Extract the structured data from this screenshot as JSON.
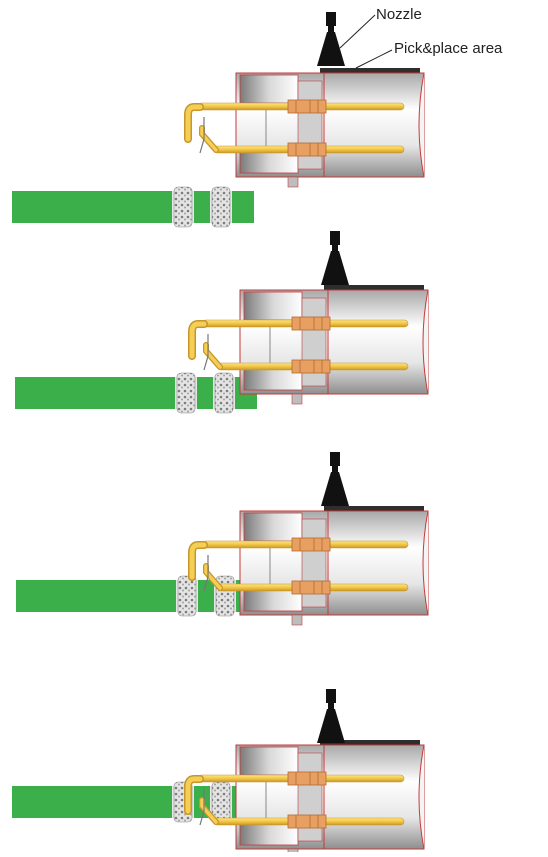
{
  "labels": {
    "nozzle": "Nozzle",
    "pick_place_area": "Pick&place area"
  },
  "steps": [
    {
      "stage": 1,
      "board_contact": false,
      "pins_inserted": false
    },
    {
      "stage": 2,
      "board_contact": true,
      "pins_inserted": false
    },
    {
      "stage": 3,
      "board_contact": true,
      "pins_inserted": "partial"
    },
    {
      "stage": 4,
      "board_contact": true,
      "pins_inserted": true
    }
  ],
  "colors": {
    "pcb": "#3aaf4a",
    "pin": "#f2c744",
    "pin_outline": "#c8962a",
    "ring": "#e8a062",
    "housing_outline": "#c23b3b",
    "nozzle": "#111111",
    "solder": "#9c9c9c"
  }
}
